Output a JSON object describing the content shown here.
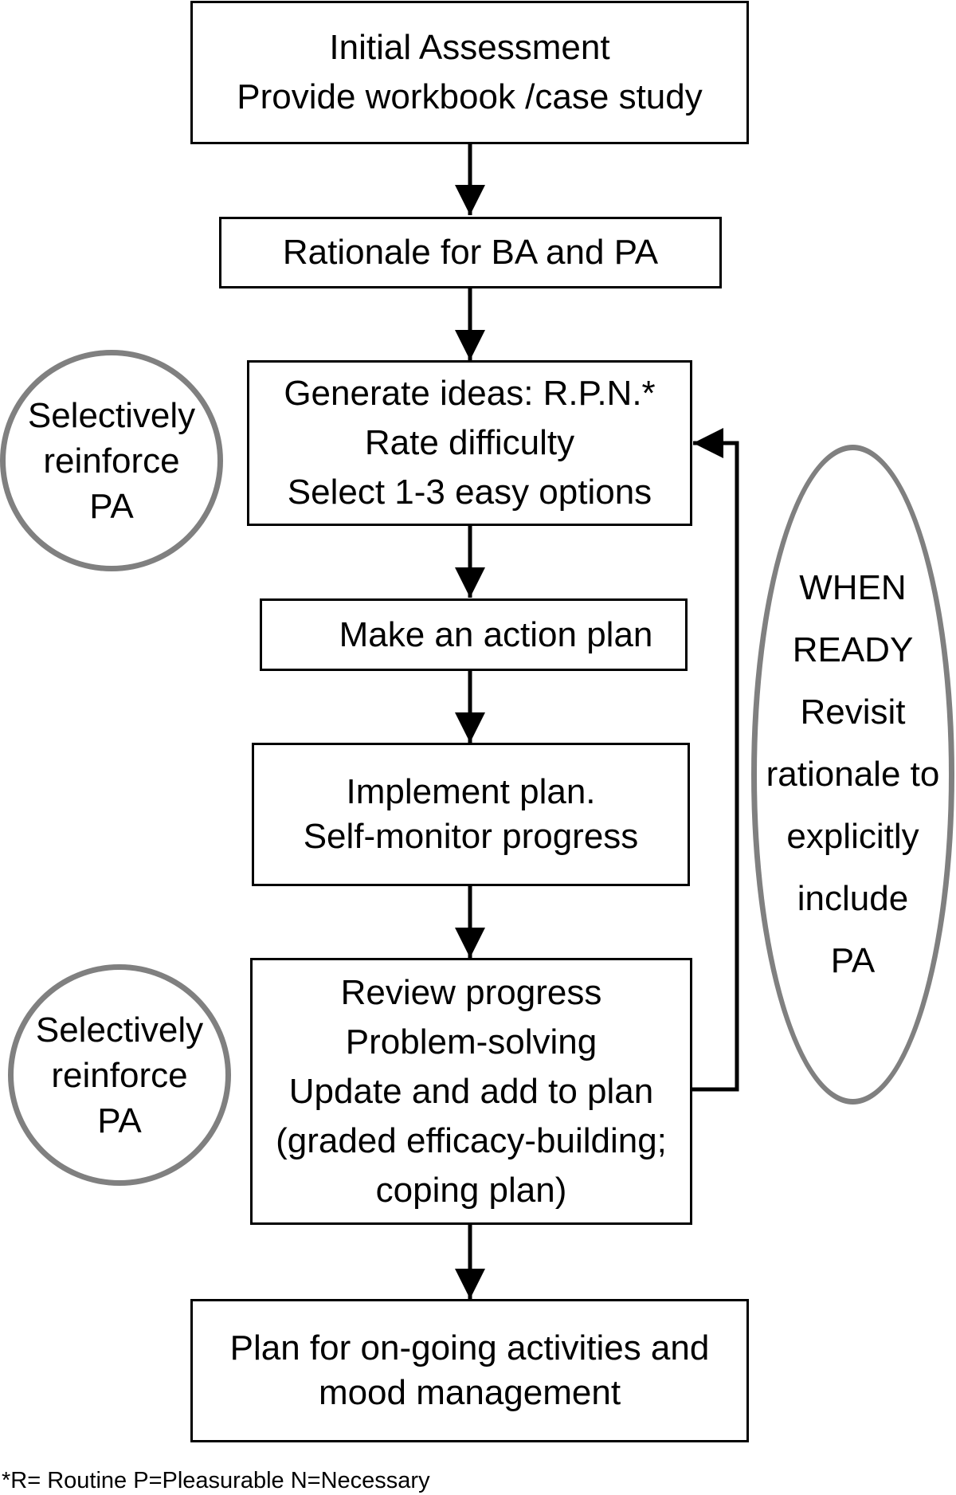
{
  "flowchart": {
    "steps": [
      {
        "lines": [
          "Initial Assessment",
          "Provide workbook /case study"
        ]
      },
      {
        "lines": [
          "Rationale for BA and PA"
        ]
      },
      {
        "lines": [
          "Generate ideas: R.P.N.*",
          "Rate difficulty",
          "Select 1-3 easy options"
        ]
      },
      {
        "lines": [
          "Make an action plan"
        ]
      },
      {
        "lines": [
          "Implement plan.",
          "Self-monitor progress"
        ]
      },
      {
        "lines": [
          "Review progress",
          "Problem-solving",
          "Update and add to plan",
          "(graded efficacy-building;",
          "coping plan)"
        ]
      },
      {
        "lines": [
          "Plan for on-going activities and",
          "mood management"
        ]
      }
    ],
    "side_notes": [
      {
        "lines": [
          "Selectively",
          "reinforce",
          "PA"
        ]
      },
      {
        "lines": [
          "Selectively",
          "reinforce",
          "PA"
        ]
      },
      {
        "lines": [
          "WHEN",
          "READY",
          "Revisit",
          "rationale to",
          "explicitly",
          "include",
          "PA"
        ]
      }
    ],
    "footnote": "*R= Routine P=Pleasurable N=Necessary",
    "colors": {
      "box_border": "#000000",
      "oval_border": "#808080",
      "arrow": "#000000"
    }
  }
}
